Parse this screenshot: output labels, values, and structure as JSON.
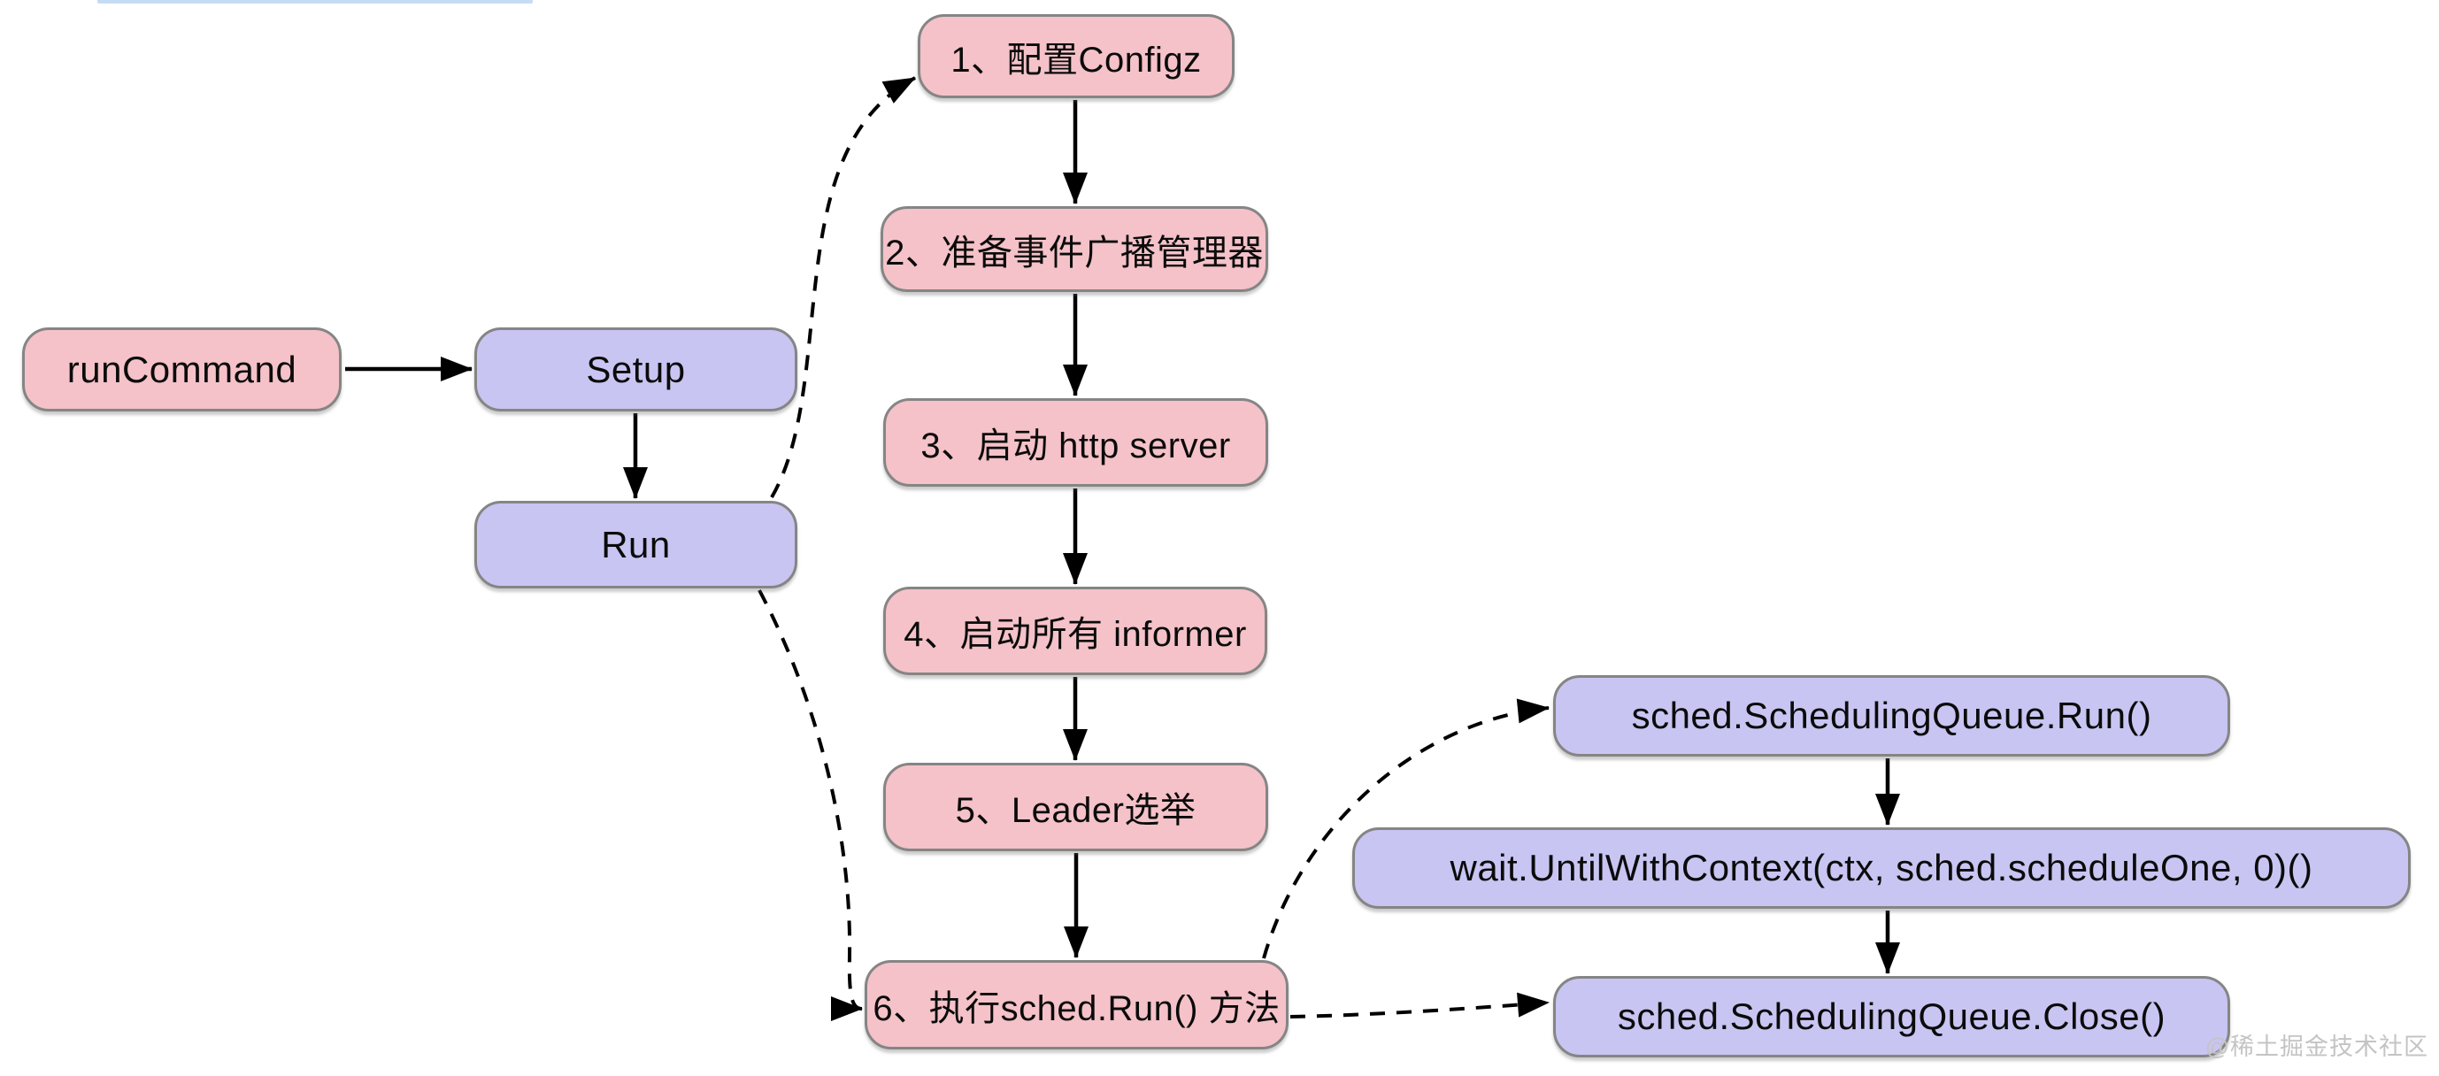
{
  "diagram": {
    "nodes": {
      "run_command": {
        "label": "runCommand",
        "color": "pink"
      },
      "setup": {
        "label": "Setup",
        "color": "purple"
      },
      "run": {
        "label": "Run",
        "color": "purple"
      },
      "step1": {
        "label": "1、配置Configz",
        "color": "pink"
      },
      "step2": {
        "label": "2、准备事件广播管理器",
        "color": "pink"
      },
      "step3": {
        "label": "3、启动 http server",
        "color": "pink"
      },
      "step4": {
        "label": "4、启动所有 informer",
        "color": "pink"
      },
      "step5": {
        "label": "5、Leader选举",
        "color": "pink"
      },
      "step6": {
        "label": "6、执行sched.Run() 方法",
        "color": "pink"
      },
      "sched_queue_run": {
        "label": "sched.SchedulingQueue.Run()",
        "color": "purple"
      },
      "wait_until": {
        "label": "wait.UntilWithContext(ctx, sched.scheduleOne, 0)()",
        "color": "purple"
      },
      "sched_queue_close": {
        "label": "sched.SchedulingQueue.Close()",
        "color": "purple"
      }
    },
    "edges": [
      {
        "from": "run_command",
        "to": "setup",
        "style": "solid"
      },
      {
        "from": "setup",
        "to": "run",
        "style": "solid"
      },
      {
        "from": "run",
        "to": "step1",
        "style": "dashed"
      },
      {
        "from": "step1",
        "to": "step2",
        "style": "solid"
      },
      {
        "from": "step2",
        "to": "step3",
        "style": "solid"
      },
      {
        "from": "step3",
        "to": "step4",
        "style": "solid"
      },
      {
        "from": "step4",
        "to": "step5",
        "style": "solid"
      },
      {
        "from": "step5",
        "to": "step6",
        "style": "solid"
      },
      {
        "from": "run",
        "to": "step6",
        "style": "dashed"
      },
      {
        "from": "step6",
        "to": "sched_queue_run",
        "style": "dashed"
      },
      {
        "from": "sched_queue_run",
        "to": "wait_until",
        "style": "solid"
      },
      {
        "from": "wait_until",
        "to": "sched_queue_close",
        "style": "solid"
      },
      {
        "from": "step6",
        "to": "sched_queue_close",
        "style": "dashed"
      }
    ],
    "colors": {
      "node_pink": "#f4c2c8",
      "node_purple": "#c8c5f2",
      "node_border": "#858585",
      "arrow": "#000000",
      "top_accent_line": "#c5dcf5"
    }
  },
  "watermark": {
    "label": "@稀土掘金技术社区",
    "color": "#c4c4c4"
  }
}
